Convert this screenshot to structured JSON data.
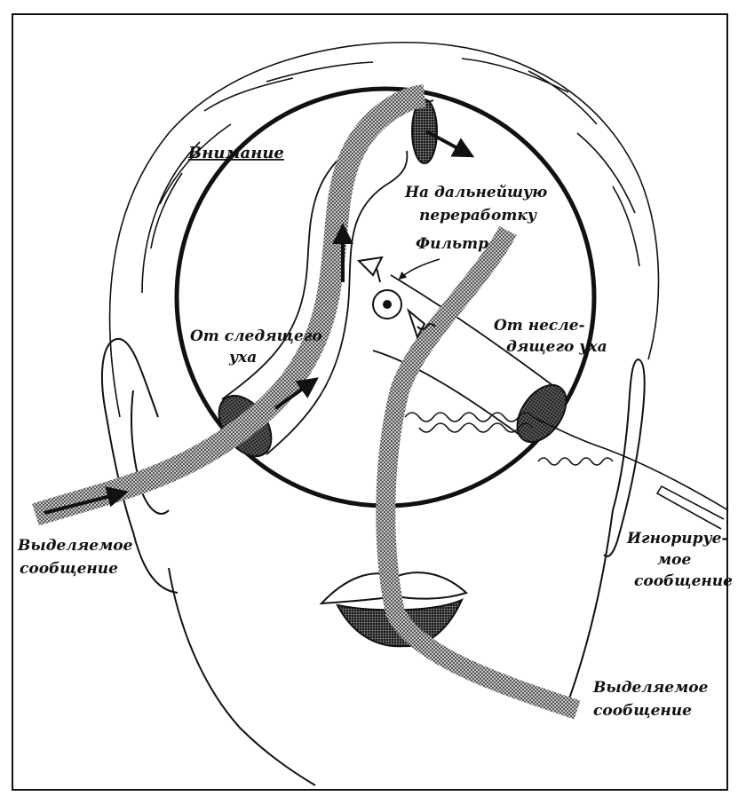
{
  "labels": {
    "attention": "Внимание",
    "further_processing_1": "На дальнейшую",
    "further_processing_2": "переработку",
    "filter": "Фильтр",
    "from_attended_ear_1": "От следящего",
    "from_attended_ear_2": "уха",
    "from_unattended_ear_1": "От несле-",
    "from_unattended_ear_2": "дящего уха",
    "selected_message_left_1": "Выделяемое",
    "selected_message_left_2": "сообщение",
    "ignored_message_1": "Игнорируе-",
    "ignored_message_2": "мое",
    "ignored_message_3": "сообщение",
    "selected_message_bottom_1": "Выделяемое",
    "selected_message_bottom_2": "сообщение"
  },
  "colors": {
    "ink": "#111111",
    "paper": "#ffffff",
    "halftone": "#8a8a8a"
  }
}
